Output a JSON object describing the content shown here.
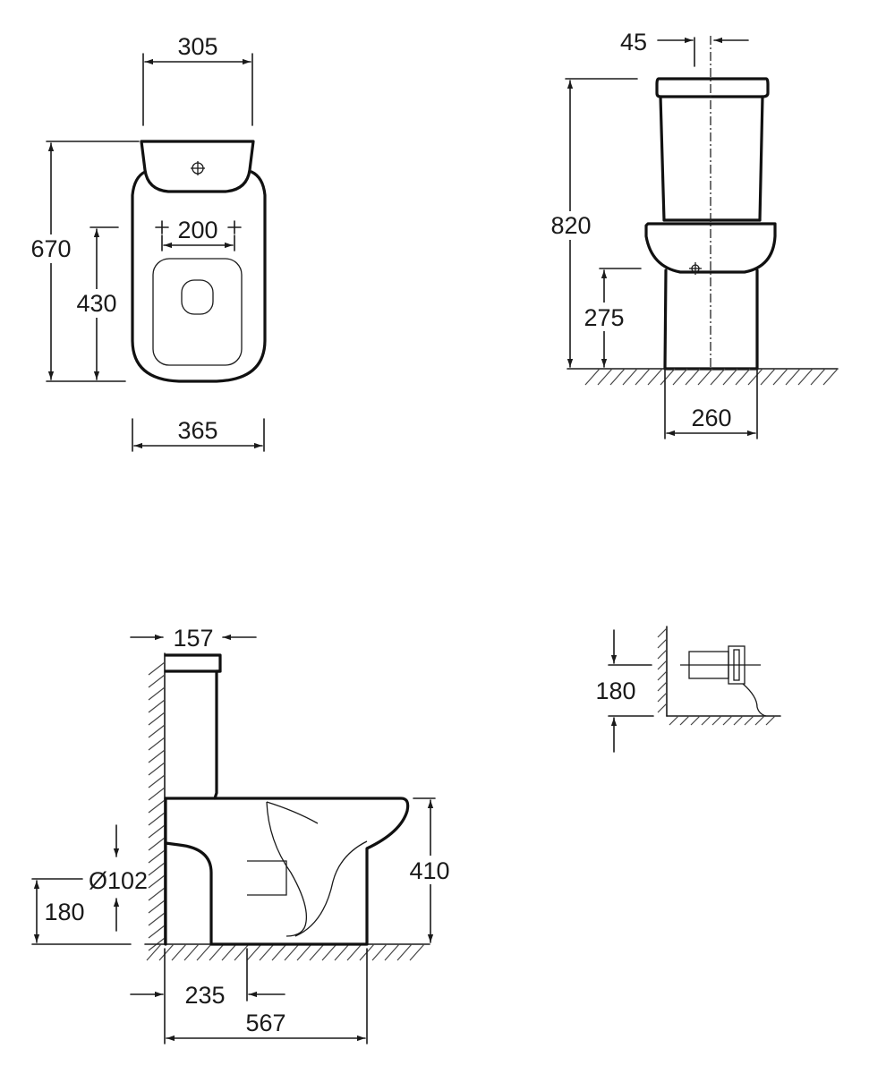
{
  "colors": {
    "ink": "#1a1a1a",
    "background": "#ffffff"
  },
  "top_view": {
    "width_tank": "305",
    "length_total": "670",
    "fixing_spacing": "200",
    "length_fixing": "430",
    "width_bowl": "365"
  },
  "front_view": {
    "offset": "45",
    "height_total": "820",
    "height_seat": "275",
    "width_base": "260"
  },
  "side_view": {
    "depth_tank": "157",
    "outlet_diameter": "Ø102",
    "outlet_height": "180",
    "height_bowl": "410",
    "outlet_distance": "235",
    "length_total": "567"
  },
  "detail_view": {
    "inlet_height": "180"
  }
}
